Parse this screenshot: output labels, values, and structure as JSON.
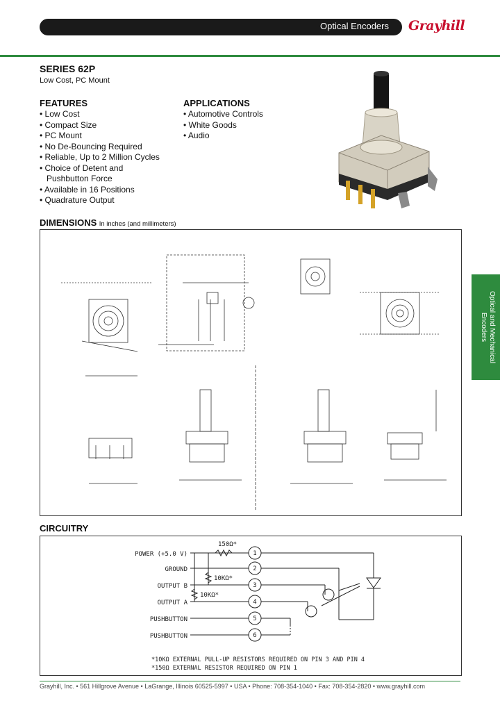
{
  "header": {
    "title": "Optical Encoders",
    "brand": "Grayhill"
  },
  "series": {
    "title": "SERIES 62P",
    "subtitle": "Low Cost, PC Mount"
  },
  "features": {
    "heading": "FEATURES",
    "items": [
      "• Low Cost",
      "• Compact Size",
      "• PC Mount",
      "• No De-Bouncing Required",
      "• Reliable, Up to 2 Million Cycles",
      "• Choice of Detent and",
      "   Pushbutton Force",
      "• Available in 16 Positions",
      "• Quadrature Output"
    ]
  },
  "applications": {
    "heading": "APPLICATIONS",
    "items": [
      "• Automotive Controls",
      "• White Goods",
      "• Audio"
    ]
  },
  "dimensions": {
    "heading": "DIMENSIONS",
    "note": "In inches (and millimeters)"
  },
  "side_tab": {
    "line1": "Optical and Mechanical",
    "line2": "Encoders"
  },
  "circuitry": {
    "heading": "CIRCUITRY",
    "labels": [
      "POWER (+5.0 V)",
      "GROUND",
      "OUTPUT B",
      "OUTPUT A",
      "PUSHBUTTON",
      "PUSHBUTTON"
    ],
    "pins": [
      "1",
      "2",
      "3",
      "4",
      "5",
      "6"
    ],
    "r_power": "150Ω*",
    "r_b": "10KΩ*",
    "r_a": "10KΩ*",
    "note1": "*10KΩ EXTERNAL PULL-UP RESISTORS REQUIRED ON PIN 3 AND PIN 4",
    "note2": "*150Ω EXTERNAL RESISTOR REQUIRED ON PIN 1"
  },
  "footer": {
    "text": "Grayhill, Inc. • 561 Hillgrove Avenue • LaGrange, Illinois 60525-5997 • USA • Phone: 708-354-1040 • Fax: 708-354-2820 • www.grayhill.com"
  }
}
